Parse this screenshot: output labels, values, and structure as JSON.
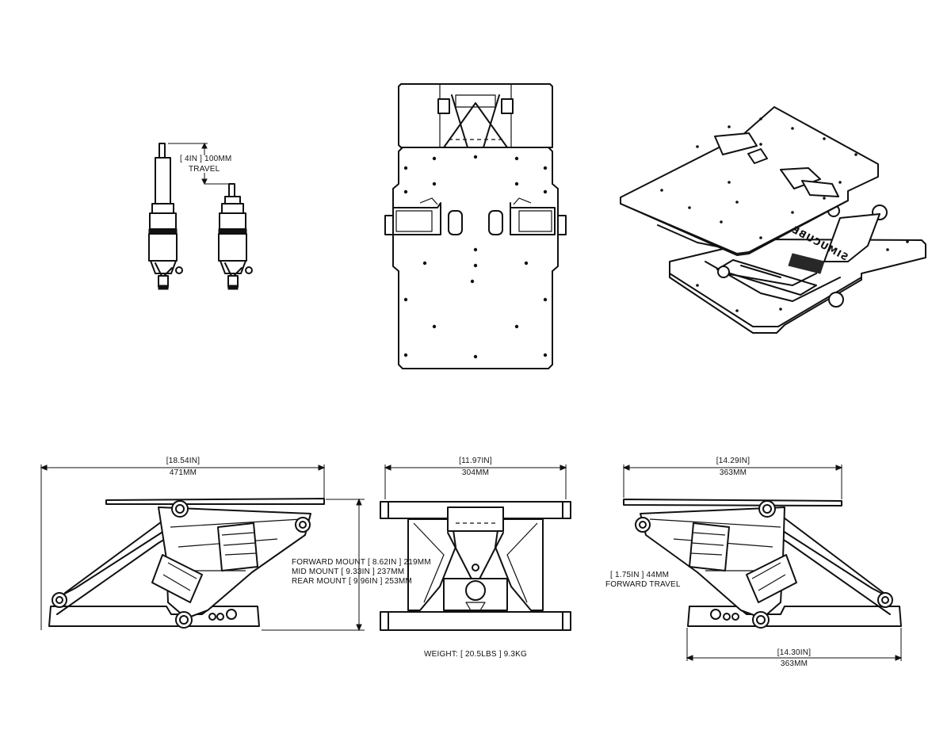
{
  "labels": {
    "actuator_dim": "[ 4in ] 100mm",
    "actuator_travel": "TRAVEL",
    "side_width_in": "[18.54in]",
    "side_width_mm": "471mm",
    "forward_mount": "FORWARD MOUNT [ 8.62in ] 219mm",
    "mid_mount": "MID MOUNT [ 9.33in ] 237mm",
    "rear_mount": "REAR MOUNT [ 9.96in ] 253mm",
    "front_width_in": "[11.97in]",
    "front_width_mm": "304mm",
    "weight": "WEIGHT: [ 20.5lbs ] 9.3kg",
    "right_top_in": "[14.29in]",
    "right_top_mm": "363mm",
    "forward_travel_dim": "[ 1.75in ] 44mm",
    "forward_travel": "FORWARD TRAVEL",
    "right_base_in": "[14.30in]",
    "right_base_mm": "363mm",
    "logo_text": "SIMUCUBE"
  },
  "colors": {
    "line": "#111111",
    "background": "#ffffff"
  }
}
